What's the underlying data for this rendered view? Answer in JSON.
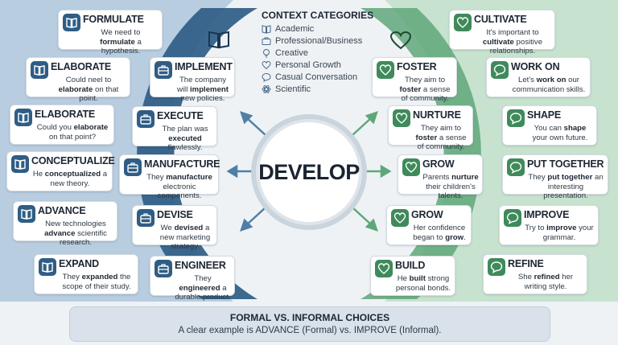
{
  "center": {
    "label": "DEVELOP"
  },
  "categories": {
    "title": "CONTEXT CATEGORIES",
    "items": [
      "Academic",
      "Professional/Business",
      "Creative",
      "Personal Growth",
      "Casual Conversation",
      "Scientific"
    ]
  },
  "formal_outer": [
    {
      "title": "FORMULATE",
      "pre": "We need to ",
      "key": "formulate",
      "post": " a hypothesis."
    },
    {
      "title": "ELABORATE",
      "pre": "Could neel to ",
      "key": "elaborate",
      "post": " on that point."
    },
    {
      "title": "ELABORATE",
      "pre": "Could you ",
      "key": "elaborate",
      "post": " on that point?"
    },
    {
      "title": "CONCEPTUALIZE",
      "pre": "He ",
      "key": "conceptualized",
      "post": " a new theory."
    },
    {
      "title": "ADVANCE",
      "pre": "New technologies ",
      "key": "advance",
      "post": " scientific research."
    },
    {
      "title": "EXPAND",
      "pre": "They ",
      "key": "expanded",
      "post": " the scope of their study."
    }
  ],
  "formal_inner": [
    {
      "title": "IMPLEMENT",
      "pre": "The company will ",
      "key": "implement",
      "post": " new policies."
    },
    {
      "title": "EXECUTE",
      "pre": "The plan was ",
      "key": "executed",
      "post": " flawlessly."
    },
    {
      "title": "MANUFACTURE",
      "pre": "They ",
      "key": "manufacture",
      "post": " electronic components."
    },
    {
      "title": "DEVISE",
      "pre": "We ",
      "key": "devised",
      "post": " a new marketing strategy."
    },
    {
      "title": "ENGINEER",
      "pre": "They ",
      "key": "engineered",
      "post": " a durable product."
    }
  ],
  "informal_inner": [
    {
      "title": "CULTIVATE",
      "pre": "It's important to ",
      "key": "cultivate",
      "post": " positive relationships."
    },
    {
      "title": "FOSTER",
      "pre": "They aim to ",
      "key": "foster",
      "post": " a sense of community."
    },
    {
      "title": "NURTURE",
      "pre": "They aim to ",
      "key": "foster",
      "post": " a sense of community."
    },
    {
      "title": "GROW",
      "pre": "Parents ",
      "key": "nurture",
      "post": " their children's talents."
    },
    {
      "title": "GROW",
      "pre": "Her confidence began to ",
      "key": "grow",
      "post": "."
    },
    {
      "title": "BUILD",
      "pre": "He ",
      "key": "built",
      "post": " strong personal bonds."
    }
  ],
  "informal_outer": [
    {
      "title": "WORK ON",
      "pre": "Let's ",
      "key": "work on",
      "post": " our communication skills."
    },
    {
      "title": "SHAPE",
      "pre": "You can ",
      "key": "shape",
      "post": " your own future."
    },
    {
      "title": "PUT TOGETHER",
      "pre": "They ",
      "key": "put together",
      "post": " an interesting presentation."
    },
    {
      "title": "IMPROVE",
      "pre": "Try to ",
      "key": "improve",
      "post": " your grammar."
    },
    {
      "title": "REFINE",
      "pre": "She ",
      "key": "refined",
      "post": " her writing style."
    }
  ],
  "footer": {
    "title": "FORMAL VS. INFORMAL CHOICES",
    "text": "A clear example is ADVANCE (Formal) vs. IMPROVE (Informal)."
  },
  "colors": {
    "formal_dark": "#2f5d85",
    "formal_light": "#b8cde0",
    "informal_dark": "#3f8a5b",
    "informal_light": "#c7e3cf"
  }
}
